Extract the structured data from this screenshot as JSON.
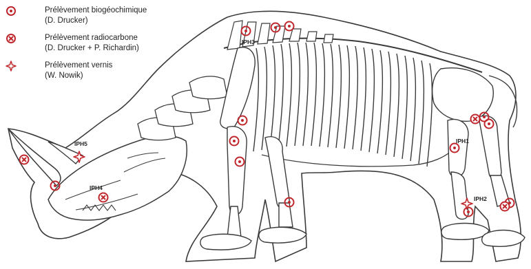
{
  "legend": {
    "biogeochem": {
      "line1": "Prélèvement biogéochimique",
      "line2": "(D. Drucker)"
    },
    "radiocarbon": {
      "line1": "Prélèvement radiocarbone",
      "line2": "(D. Drucker + P. Richardin)"
    },
    "varnish": {
      "line1": "Prélèvement vernis",
      "line2": "(W. Nowik)"
    }
  },
  "labels": {
    "iph1": "IPH1",
    "iph2": "IPH2",
    "iph3": "IPH3",
    "iph4": "IPH4",
    "iph5": "IPH5"
  },
  "colors": {
    "marker": "#c0272d",
    "outline": "#3a3a3a",
    "bone_fill": "#ffffff",
    "background": "#ffffff"
  }
}
